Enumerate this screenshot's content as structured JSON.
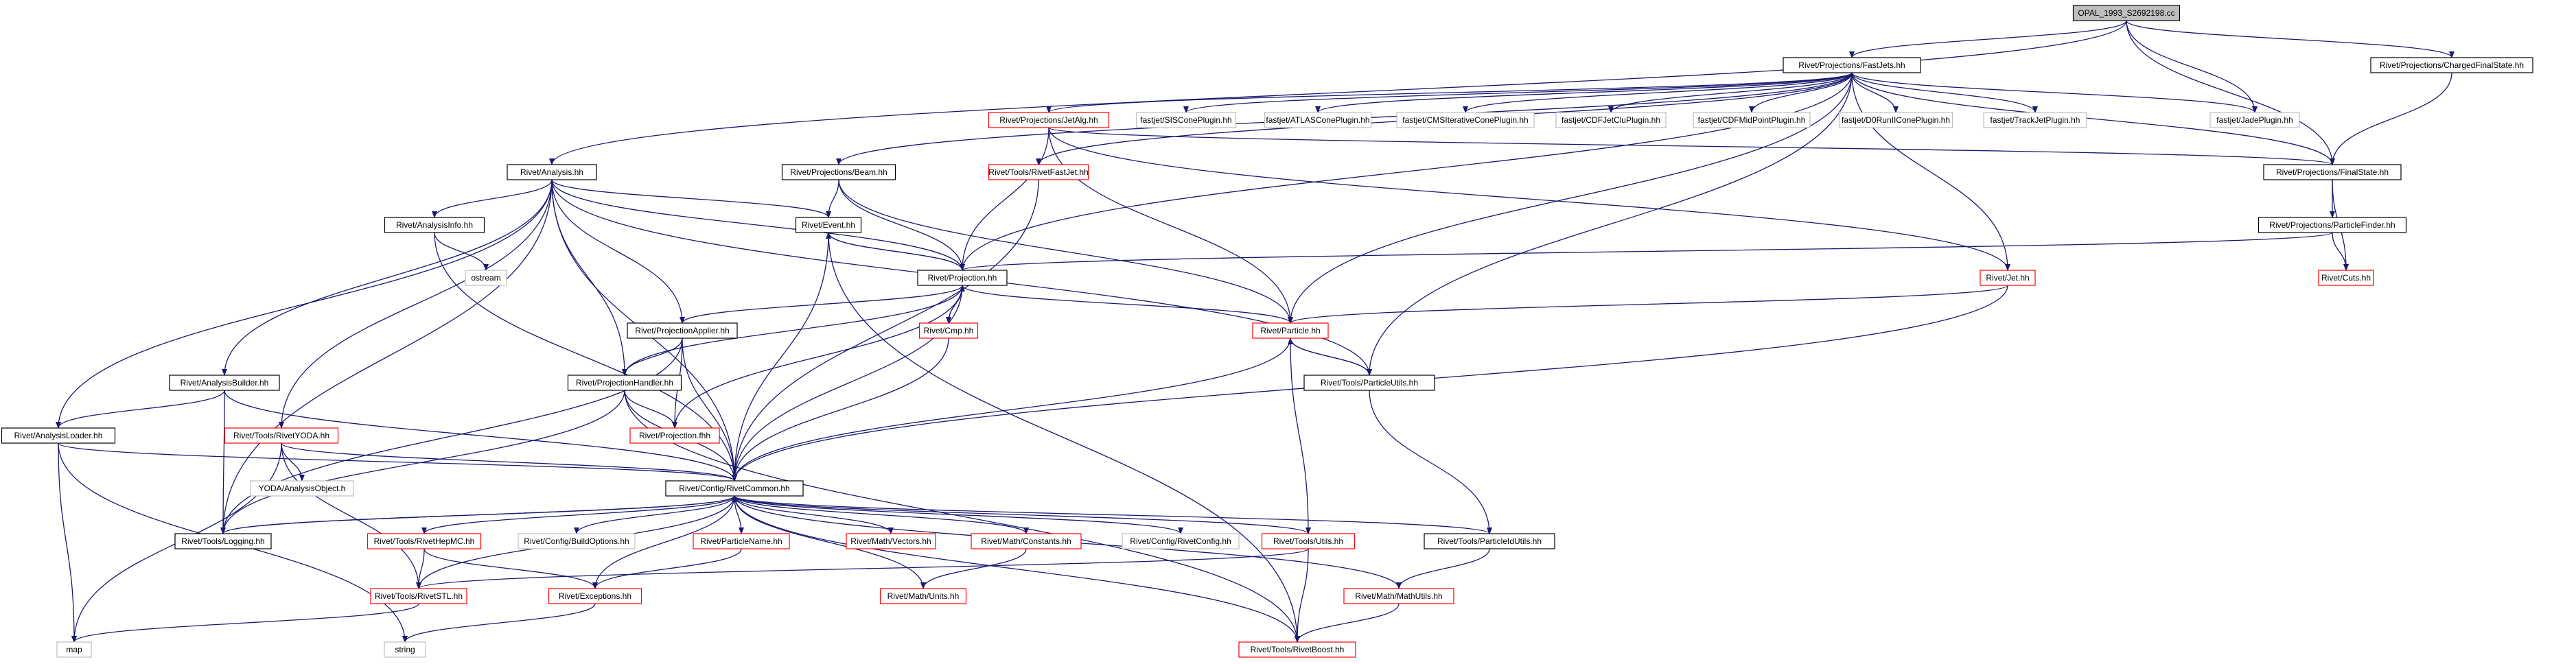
{
  "colors": {
    "edge": "#191970",
    "root_fill": "#bfbfbf",
    "normal_border": "#000000",
    "truncated_border": "#ff0000",
    "external_border": "#bfbfbf"
  },
  "nodes": [
    {
      "id": "root",
      "label": "OPAL_1993_S2692198.cc",
      "kind": "root"
    },
    {
      "id": "fastjets",
      "label": "Rivet/Projections/FastJets.hh",
      "kind": "normal"
    },
    {
      "id": "chargedfs",
      "label": "Rivet/Projections/ChargedFinalState.hh",
      "kind": "normal"
    },
    {
      "id": "analysis",
      "label": "Rivet/Analysis.hh",
      "kind": "normal"
    },
    {
      "id": "jetalg",
      "label": "Rivet/Projections/JetAlg.hh",
      "kind": "truncated"
    },
    {
      "id": "siscone",
      "label": "fastjet/SISConePlugin.hh",
      "kind": "external"
    },
    {
      "id": "atlascone",
      "label": "fastjet/ATLASConePlugin.hh",
      "kind": "external"
    },
    {
      "id": "cmscone",
      "label": "fastjet/CMSIterativeConePlugin.hh",
      "kind": "external"
    },
    {
      "id": "cdfjetclu",
      "label": "fastjet/CDFJetCluPlugin.hh",
      "kind": "external"
    },
    {
      "id": "cdfmid",
      "label": "fastjet/CDFMidPointPlugin.hh",
      "kind": "external"
    },
    {
      "id": "d0run",
      "label": "fastjet/D0RunIIConePlugin.hh",
      "kind": "external"
    },
    {
      "id": "trackjet",
      "label": "fastjet/TrackJetPlugin.hh",
      "kind": "external"
    },
    {
      "id": "jade",
      "label": "fastjet/JadePlugin.hh",
      "kind": "external"
    },
    {
      "id": "beam",
      "label": "Rivet/Projections/Beam.hh",
      "kind": "normal"
    },
    {
      "id": "rivetfastjet",
      "label": "Rivet/Tools/RivetFastJet.hh",
      "kind": "truncated"
    },
    {
      "id": "finalstate",
      "label": "Rivet/Projections/FinalState.hh",
      "kind": "normal"
    },
    {
      "id": "analysisinfo",
      "label": "Rivet/AnalysisInfo.hh",
      "kind": "normal"
    },
    {
      "id": "event",
      "label": "Rivet/Event.hh",
      "kind": "normal"
    },
    {
      "id": "particlefinder",
      "label": "Rivet/Projections/ParticleFinder.hh",
      "kind": "normal"
    },
    {
      "id": "ostream",
      "label": "ostream",
      "kind": "external"
    },
    {
      "id": "projection",
      "label": "Rivet/Projection.hh",
      "kind": "normal"
    },
    {
      "id": "jet",
      "label": "Rivet/Jet.hh",
      "kind": "truncated"
    },
    {
      "id": "cuts",
      "label": "Rivet/Cuts.hh",
      "kind": "truncated"
    },
    {
      "id": "particle",
      "label": "Rivet/Particle.hh",
      "kind": "truncated"
    },
    {
      "id": "cmp",
      "label": "Rivet/Cmp.hh",
      "kind": "truncated"
    },
    {
      "id": "projapplier",
      "label": "Rivet/ProjectionApplier.hh",
      "kind": "normal"
    },
    {
      "id": "analysisbuilder",
      "label": "Rivet/AnalysisBuilder.hh",
      "kind": "normal"
    },
    {
      "id": "projhandler",
      "label": "Rivet/ProjectionHandler.hh",
      "kind": "normal"
    },
    {
      "id": "particleutils",
      "label": "Rivet/Tools/ParticleUtils.hh",
      "kind": "normal"
    },
    {
      "id": "analysisloader",
      "label": "Rivet/AnalysisLoader.hh",
      "kind": "normal"
    },
    {
      "id": "rivetyoda",
      "label": "Rivet/Tools/RivetYODA.hh",
      "kind": "truncated"
    },
    {
      "id": "projfhh",
      "label": "Rivet/Projection.fhh",
      "kind": "truncated"
    },
    {
      "id": "yodaobj",
      "label": "YODA/AnalysisObject.h",
      "kind": "external"
    },
    {
      "id": "rivetcommon",
      "label": "Rivet/Config/RivetCommon.hh",
      "kind": "normal"
    },
    {
      "id": "logging",
      "label": "Rivet/Tools/Logging.hh",
      "kind": "normal"
    },
    {
      "id": "rivethepmc",
      "label": "Rivet/Tools/RivetHepMC.hh",
      "kind": "truncated"
    },
    {
      "id": "buildoptions",
      "label": "Rivet/Config/BuildOptions.hh",
      "kind": "external"
    },
    {
      "id": "particlename",
      "label": "Rivet/ParticleName.hh",
      "kind": "truncated"
    },
    {
      "id": "vectors",
      "label": "Rivet/Math/Vectors.hh",
      "kind": "truncated"
    },
    {
      "id": "constants",
      "label": "Rivet/Math/Constants.hh",
      "kind": "truncated"
    },
    {
      "id": "rivetconfig",
      "label": "Rivet/Config/RivetConfig.hh",
      "kind": "external"
    },
    {
      "id": "utils",
      "label": "Rivet/Tools/Utils.hh",
      "kind": "truncated"
    },
    {
      "id": "particleidutils",
      "label": "Rivet/Tools/ParticleIdUtils.hh",
      "kind": "normal"
    },
    {
      "id": "rivetstl",
      "label": "Rivet/Tools/RivetSTL.hh",
      "kind": "truncated"
    },
    {
      "id": "exceptions",
      "label": "Rivet/Exceptions.hh",
      "kind": "truncated"
    },
    {
      "id": "units",
      "label": "Rivet/Math/Units.hh",
      "kind": "truncated"
    },
    {
      "id": "mathutils",
      "label": "Rivet/Math/MathUtils.hh",
      "kind": "truncated"
    },
    {
      "id": "map",
      "label": "map",
      "kind": "external"
    },
    {
      "id": "string",
      "label": "string",
      "kind": "external"
    },
    {
      "id": "rivetboost",
      "label": "Rivet/Tools/RivetBoost.hh",
      "kind": "truncated"
    }
  ],
  "edges": [
    [
      "root",
      "fastjets"
    ],
    [
      "root",
      "chargedfs"
    ],
    [
      "root",
      "analysis"
    ],
    [
      "root",
      "jade"
    ],
    [
      "root",
      "finalstate"
    ],
    [
      "fastjets",
      "jetalg"
    ],
    [
      "fastjets",
      "siscone"
    ],
    [
      "fastjets",
      "atlascone"
    ],
    [
      "fastjets",
      "cmscone"
    ],
    [
      "fastjets",
      "cdfjetclu"
    ],
    [
      "fastjets",
      "cdfmid"
    ],
    [
      "fastjets",
      "d0run"
    ],
    [
      "fastjets",
      "trackjet"
    ],
    [
      "fastjets",
      "jade"
    ],
    [
      "fastjets",
      "beam"
    ],
    [
      "fastjets",
      "rivetfastjet"
    ],
    [
      "fastjets",
      "finalstate"
    ],
    [
      "fastjets",
      "projection"
    ],
    [
      "fastjets",
      "jet"
    ],
    [
      "fastjets",
      "particle"
    ],
    [
      "fastjets",
      "particleutils"
    ],
    [
      "chargedfs",
      "finalstate"
    ],
    [
      "jetalg",
      "finalstate"
    ],
    [
      "jetalg",
      "projection"
    ],
    [
      "jetalg",
      "jet"
    ],
    [
      "jetalg",
      "particle"
    ],
    [
      "beam",
      "event"
    ],
    [
      "beam",
      "projection"
    ],
    [
      "beam",
      "particle"
    ],
    [
      "rivetfastjet",
      "rivetcommon"
    ],
    [
      "finalstate",
      "particlefinder"
    ],
    [
      "finalstate",
      "cuts"
    ],
    [
      "particlefinder",
      "projection"
    ],
    [
      "particlefinder",
      "cuts"
    ],
    [
      "analysis",
      "analysisinfo"
    ],
    [
      "analysis",
      "event"
    ],
    [
      "analysis",
      "projection"
    ],
    [
      "analysis",
      "projapplier"
    ],
    [
      "analysis",
      "analysisbuilder"
    ],
    [
      "analysis",
      "projhandler"
    ],
    [
      "analysis",
      "particleutils"
    ],
    [
      "analysis",
      "analysisloader"
    ],
    [
      "analysis",
      "rivetyoda"
    ],
    [
      "analysis",
      "rivetcommon"
    ],
    [
      "analysis",
      "logging"
    ],
    [
      "analysisinfo",
      "ostream"
    ],
    [
      "analysisinfo",
      "rivetcommon"
    ],
    [
      "event",
      "projection"
    ],
    [
      "event",
      "rivetcommon"
    ],
    [
      "event",
      "rivetboost"
    ],
    [
      "projection",
      "event"
    ],
    [
      "projection",
      "cmp"
    ],
    [
      "projection",
      "projapplier"
    ],
    [
      "projection",
      "projhandler"
    ],
    [
      "projection",
      "particle"
    ],
    [
      "projection",
      "projfhh"
    ],
    [
      "projection",
      "rivetcommon"
    ],
    [
      "cmp",
      "projection"
    ],
    [
      "cmp",
      "rivetcommon"
    ],
    [
      "jet",
      "particle"
    ],
    [
      "jet",
      "rivetcommon"
    ],
    [
      "particle",
      "particleutils"
    ],
    [
      "particle",
      "rivetcommon"
    ],
    [
      "particle",
      "utils"
    ],
    [
      "particleutils",
      "particle"
    ],
    [
      "particleutils",
      "particleidutils"
    ],
    [
      "projapplier",
      "projhandler"
    ],
    [
      "projapplier",
      "projfhh"
    ],
    [
      "projapplier",
      "rivetcommon"
    ],
    [
      "projapplier",
      "logging"
    ],
    [
      "projhandler",
      "projfhh"
    ],
    [
      "projhandler",
      "rivetcommon"
    ],
    [
      "projhandler",
      "logging"
    ],
    [
      "projhandler",
      "rivetboost"
    ],
    [
      "analysisbuilder",
      "analysisloader"
    ],
    [
      "analysisbuilder",
      "rivetcommon"
    ],
    [
      "analysisbuilder",
      "logging"
    ],
    [
      "analysisloader",
      "rivetcommon"
    ],
    [
      "analysisloader",
      "map"
    ],
    [
      "analysisloader",
      "string"
    ],
    [
      "rivetyoda",
      "yodaobj"
    ],
    [
      "rivetyoda",
      "rivetcommon"
    ],
    [
      "rivetyoda",
      "rivetstl"
    ],
    [
      "rivetyoda",
      "map"
    ],
    [
      "rivetcommon",
      "logging"
    ],
    [
      "rivetcommon",
      "rivethepmc"
    ],
    [
      "rivetcommon",
      "buildoptions"
    ],
    [
      "rivetcommon",
      "particlename"
    ],
    [
      "rivetcommon",
      "vectors"
    ],
    [
      "rivetcommon",
      "constants"
    ],
    [
      "rivetcommon",
      "rivetconfig"
    ],
    [
      "rivetcommon",
      "utils"
    ],
    [
      "rivetcommon",
      "particleidutils"
    ],
    [
      "rivetcommon",
      "rivetstl"
    ],
    [
      "rivetcommon",
      "exceptions"
    ],
    [
      "rivetcommon",
      "units"
    ],
    [
      "rivetcommon",
      "mathutils"
    ],
    [
      "rivetcommon",
      "rivetboost"
    ],
    [
      "logging",
      "rivetcommon"
    ],
    [
      "rivethepmc",
      "rivetstl"
    ],
    [
      "rivethepmc",
      "exceptions"
    ],
    [
      "particlename",
      "exceptions"
    ],
    [
      "constants",
      "units"
    ],
    [
      "utils",
      "rivetstl"
    ],
    [
      "utils",
      "rivetboost"
    ],
    [
      "particleidutils",
      "mathutils"
    ],
    [
      "rivetstl",
      "map"
    ],
    [
      "exceptions",
      "string"
    ],
    [
      "mathutils",
      "rivetboost"
    ]
  ]
}
